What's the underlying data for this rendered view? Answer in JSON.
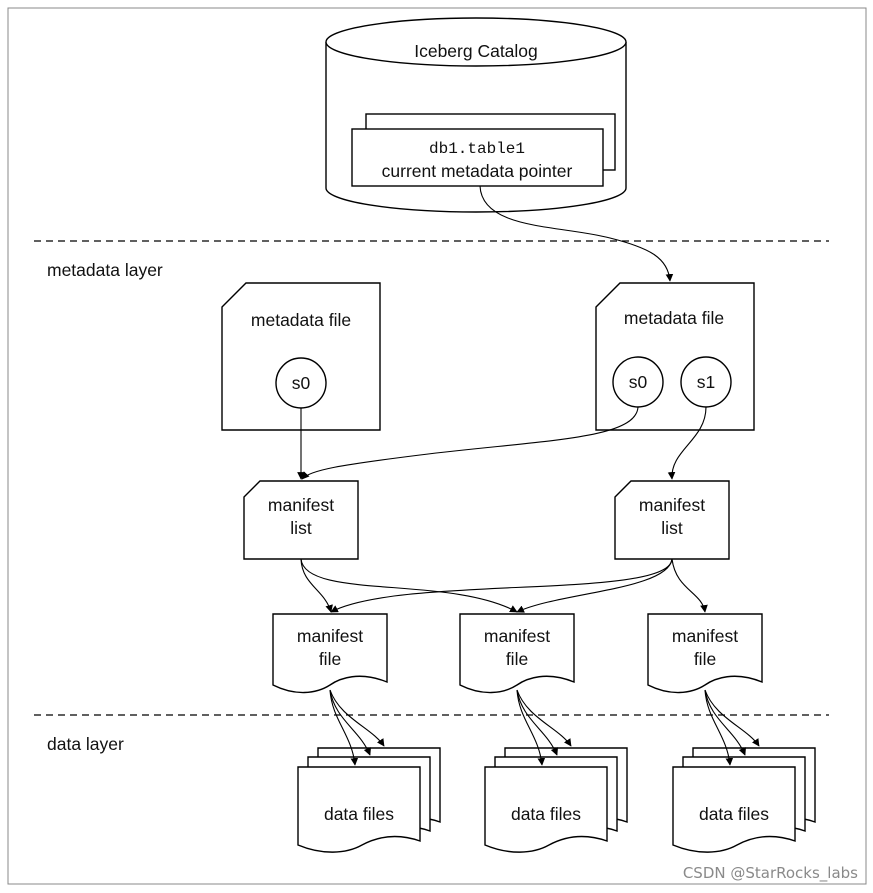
{
  "catalog": {
    "title": "Iceberg Catalog",
    "table_name": "db1.table1",
    "pointer_label": "current metadata pointer"
  },
  "layers": {
    "metadata": "metadata layer",
    "data": "data layer"
  },
  "metadata_files": [
    {
      "label": "metadata file",
      "snapshots": [
        "s0"
      ]
    },
    {
      "label": "metadata file",
      "snapshots": [
        "s0",
        "s1"
      ]
    }
  ],
  "manifest_lists": [
    {
      "line1": "manifest",
      "line2": "list"
    },
    {
      "line1": "manifest",
      "line2": "list"
    }
  ],
  "manifest_files": [
    {
      "line1": "manifest",
      "line2": "file"
    },
    {
      "line1": "manifest",
      "line2": "file"
    },
    {
      "line1": "manifest",
      "line2": "file"
    }
  ],
  "data_files": [
    {
      "label": "data files"
    },
    {
      "label": "data files"
    },
    {
      "label": "data files"
    }
  ],
  "watermark": "CSDN @StarRocks_labs"
}
